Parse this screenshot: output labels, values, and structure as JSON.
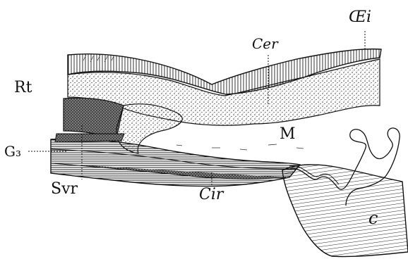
{
  "figure": {
    "labels": {
      "oei": "Œi",
      "cer": "Cer",
      "rt": "Rt",
      "m": "M",
      "g3": "G₃",
      "svr": "Svr",
      "cir": "Cir",
      "c": "c"
    },
    "colors": {
      "ink": "#111111",
      "paper": "#ffffff",
      "stipple": "#555555"
    }
  }
}
